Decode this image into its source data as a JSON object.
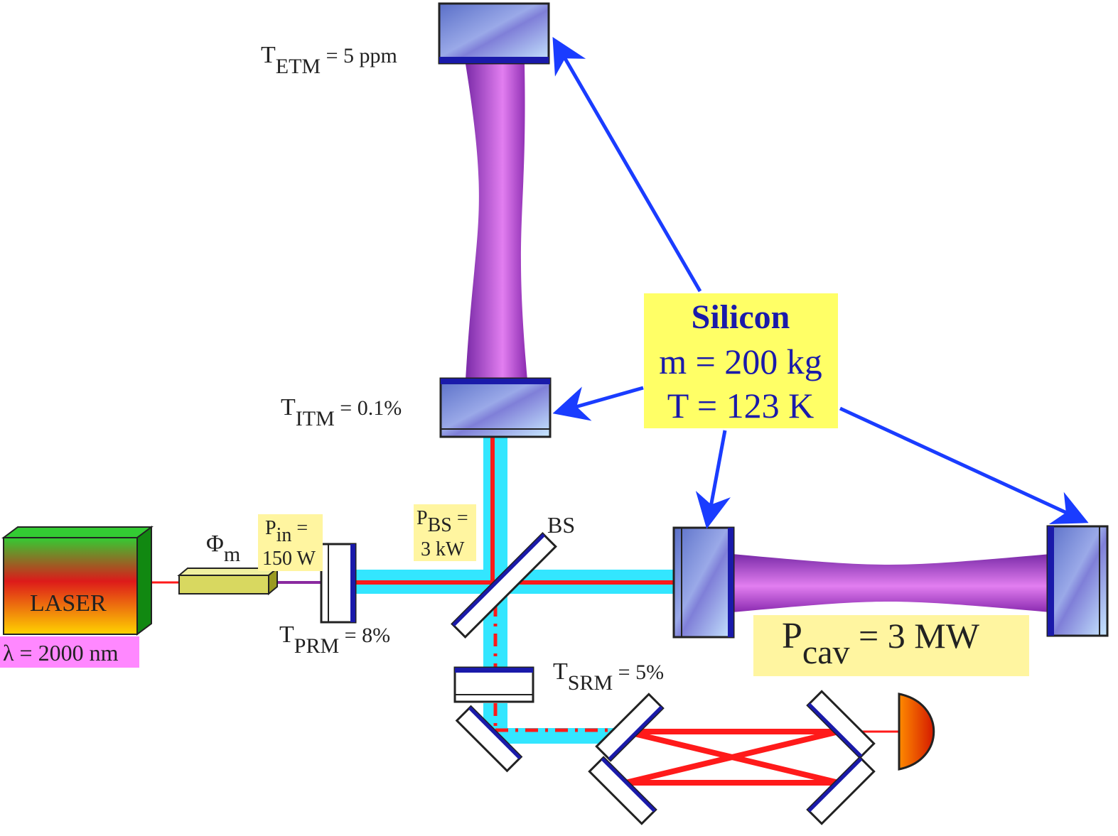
{
  "labels": {
    "t_etm": {
      "main": "T",
      "sub": "ETM",
      "rest": " = 5 ppm"
    },
    "t_itm": {
      "main": "T",
      "sub": "ITM",
      "rest": " = 0.1%"
    },
    "t_prm": {
      "main": "T",
      "sub": "PRM",
      "rest": " = 8%"
    },
    "t_srm": {
      "main": "T",
      "sub": "SRM",
      "rest": " = 5%"
    },
    "phi_m": {
      "main": "Φ",
      "sub": "m"
    },
    "p_in": {
      "main": "P",
      "sub": "in",
      "rest": " =",
      "line2": "150 W"
    },
    "p_bs": {
      "main": "P",
      "sub": "BS",
      "rest": " =",
      "line2": "3 kW"
    },
    "bs": "BS",
    "laser": "LASER",
    "wavelength": "λ = 2000 nm",
    "p_cav": {
      "main": "P",
      "sub": "cav",
      "rest": " = 3 MW"
    }
  },
  "silicon_box": {
    "title": "Silicon",
    "mass": "m = 200 kg",
    "temperature": "T = 123 K"
  },
  "colors": {
    "laser_beam": "#ff1a1a",
    "signal_beam": "#33e6ff",
    "arrow": "#1a3cff",
    "label_bg": "#fff5a0",
    "silicon_bg": "#ffff66",
    "silicon_text": "#1a1aaa",
    "wavelength_bg": "#ff88ff",
    "cavity_beam": "#c040ff"
  }
}
